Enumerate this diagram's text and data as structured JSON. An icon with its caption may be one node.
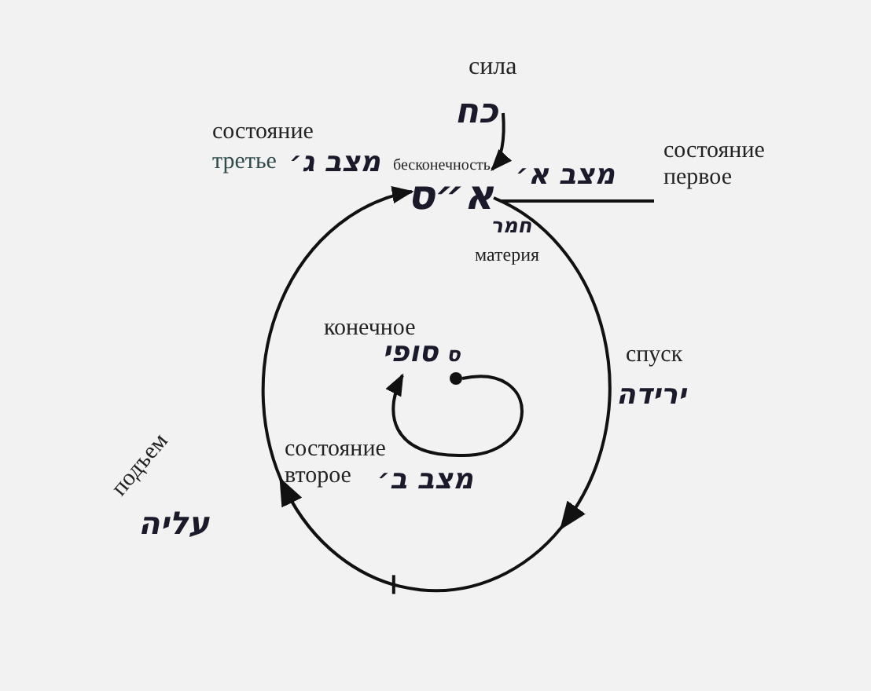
{
  "diagram": {
    "nodes": [
      {
        "text": [
          "כח"
        ],
        "beside": [
          "сила"
        ]
      },
      {
        "text": [
          "א״ס"
        ],
        "beside": [
          "бесконечность"
        ]
      },
      {
        "text": [
          "סופי"
        ],
        "beside": [
          "конечное"
        ]
      },
      {
        "text": [],
        "shape": "circle",
        "beside": [
          "ס"
        ]
      }
    ],
    "edges": [
      {
        "from": 0,
        "to": 1,
        "arrow": "to"
      },
      {
        "from": 1,
        "to": 1,
        "arrow": "to"
      },
      {
        "from": 3,
        "to": 2,
        "arrow": "to"
      }
    ],
    "labels": [
      "состояние",
      "третье",
      "מצב ג׳",
      "מצב א׳",
      "состояние первое",
      "חמר",
      "материя",
      "спуск",
      "ירידה",
      "подъем",
      "עליה",
      "состояние второе",
      "מצב ב׳"
    ]
  }
}
